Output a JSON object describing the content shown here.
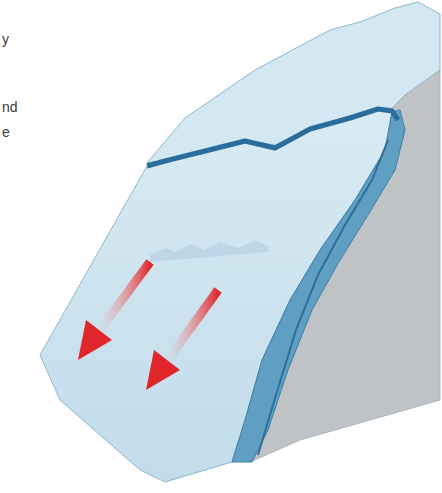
{
  "diagram": {
    "labels": [
      "y",
      "nd",
      "e"
    ]
  }
}
